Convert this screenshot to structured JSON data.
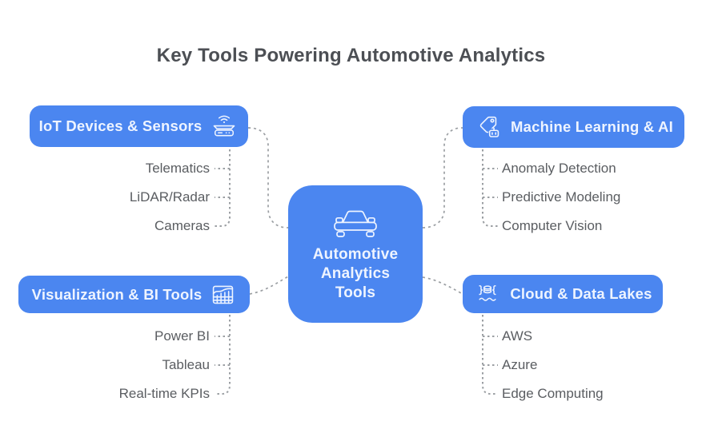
{
  "title": "Key Tools Powering Automotive Analytics",
  "center": {
    "icon": "car-icon",
    "label_lines": [
      "Automotive",
      "Analytics",
      "Tools"
    ]
  },
  "branches": [
    {
      "id": "iot",
      "position": "top-left",
      "icon": "iot-sensor-icon",
      "label": "IoT Devices & Sensors",
      "items": [
        "Telematics",
        "LiDAR/Radar",
        "Cameras"
      ]
    },
    {
      "id": "ml",
      "position": "top-right",
      "icon": "ai-tag-robot-icon",
      "label": "Machine Learning & AI",
      "items": [
        "Anomaly Detection",
        "Predictive Modeling",
        "Computer Vision"
      ]
    },
    {
      "id": "viz",
      "position": "bottom-left",
      "icon": "bar-chart-icon",
      "label": "Visualization & BI Tools",
      "items": [
        "Power BI",
        "Tableau",
        "Real-time KPIs"
      ]
    },
    {
      "id": "cloud",
      "position": "bottom-right",
      "icon": "database-lake-icon",
      "label": "Cloud & Data Lakes",
      "items": [
        "AWS",
        "Azure",
        "Edge Computing"
      ]
    }
  ],
  "colors": {
    "background": "#ffffff",
    "node_blue": "#4b86f0",
    "node_text": "#eef4ff",
    "title_text": "#4c4f54",
    "item_text": "#5a5d61",
    "connector": "#9b9fa3"
  }
}
